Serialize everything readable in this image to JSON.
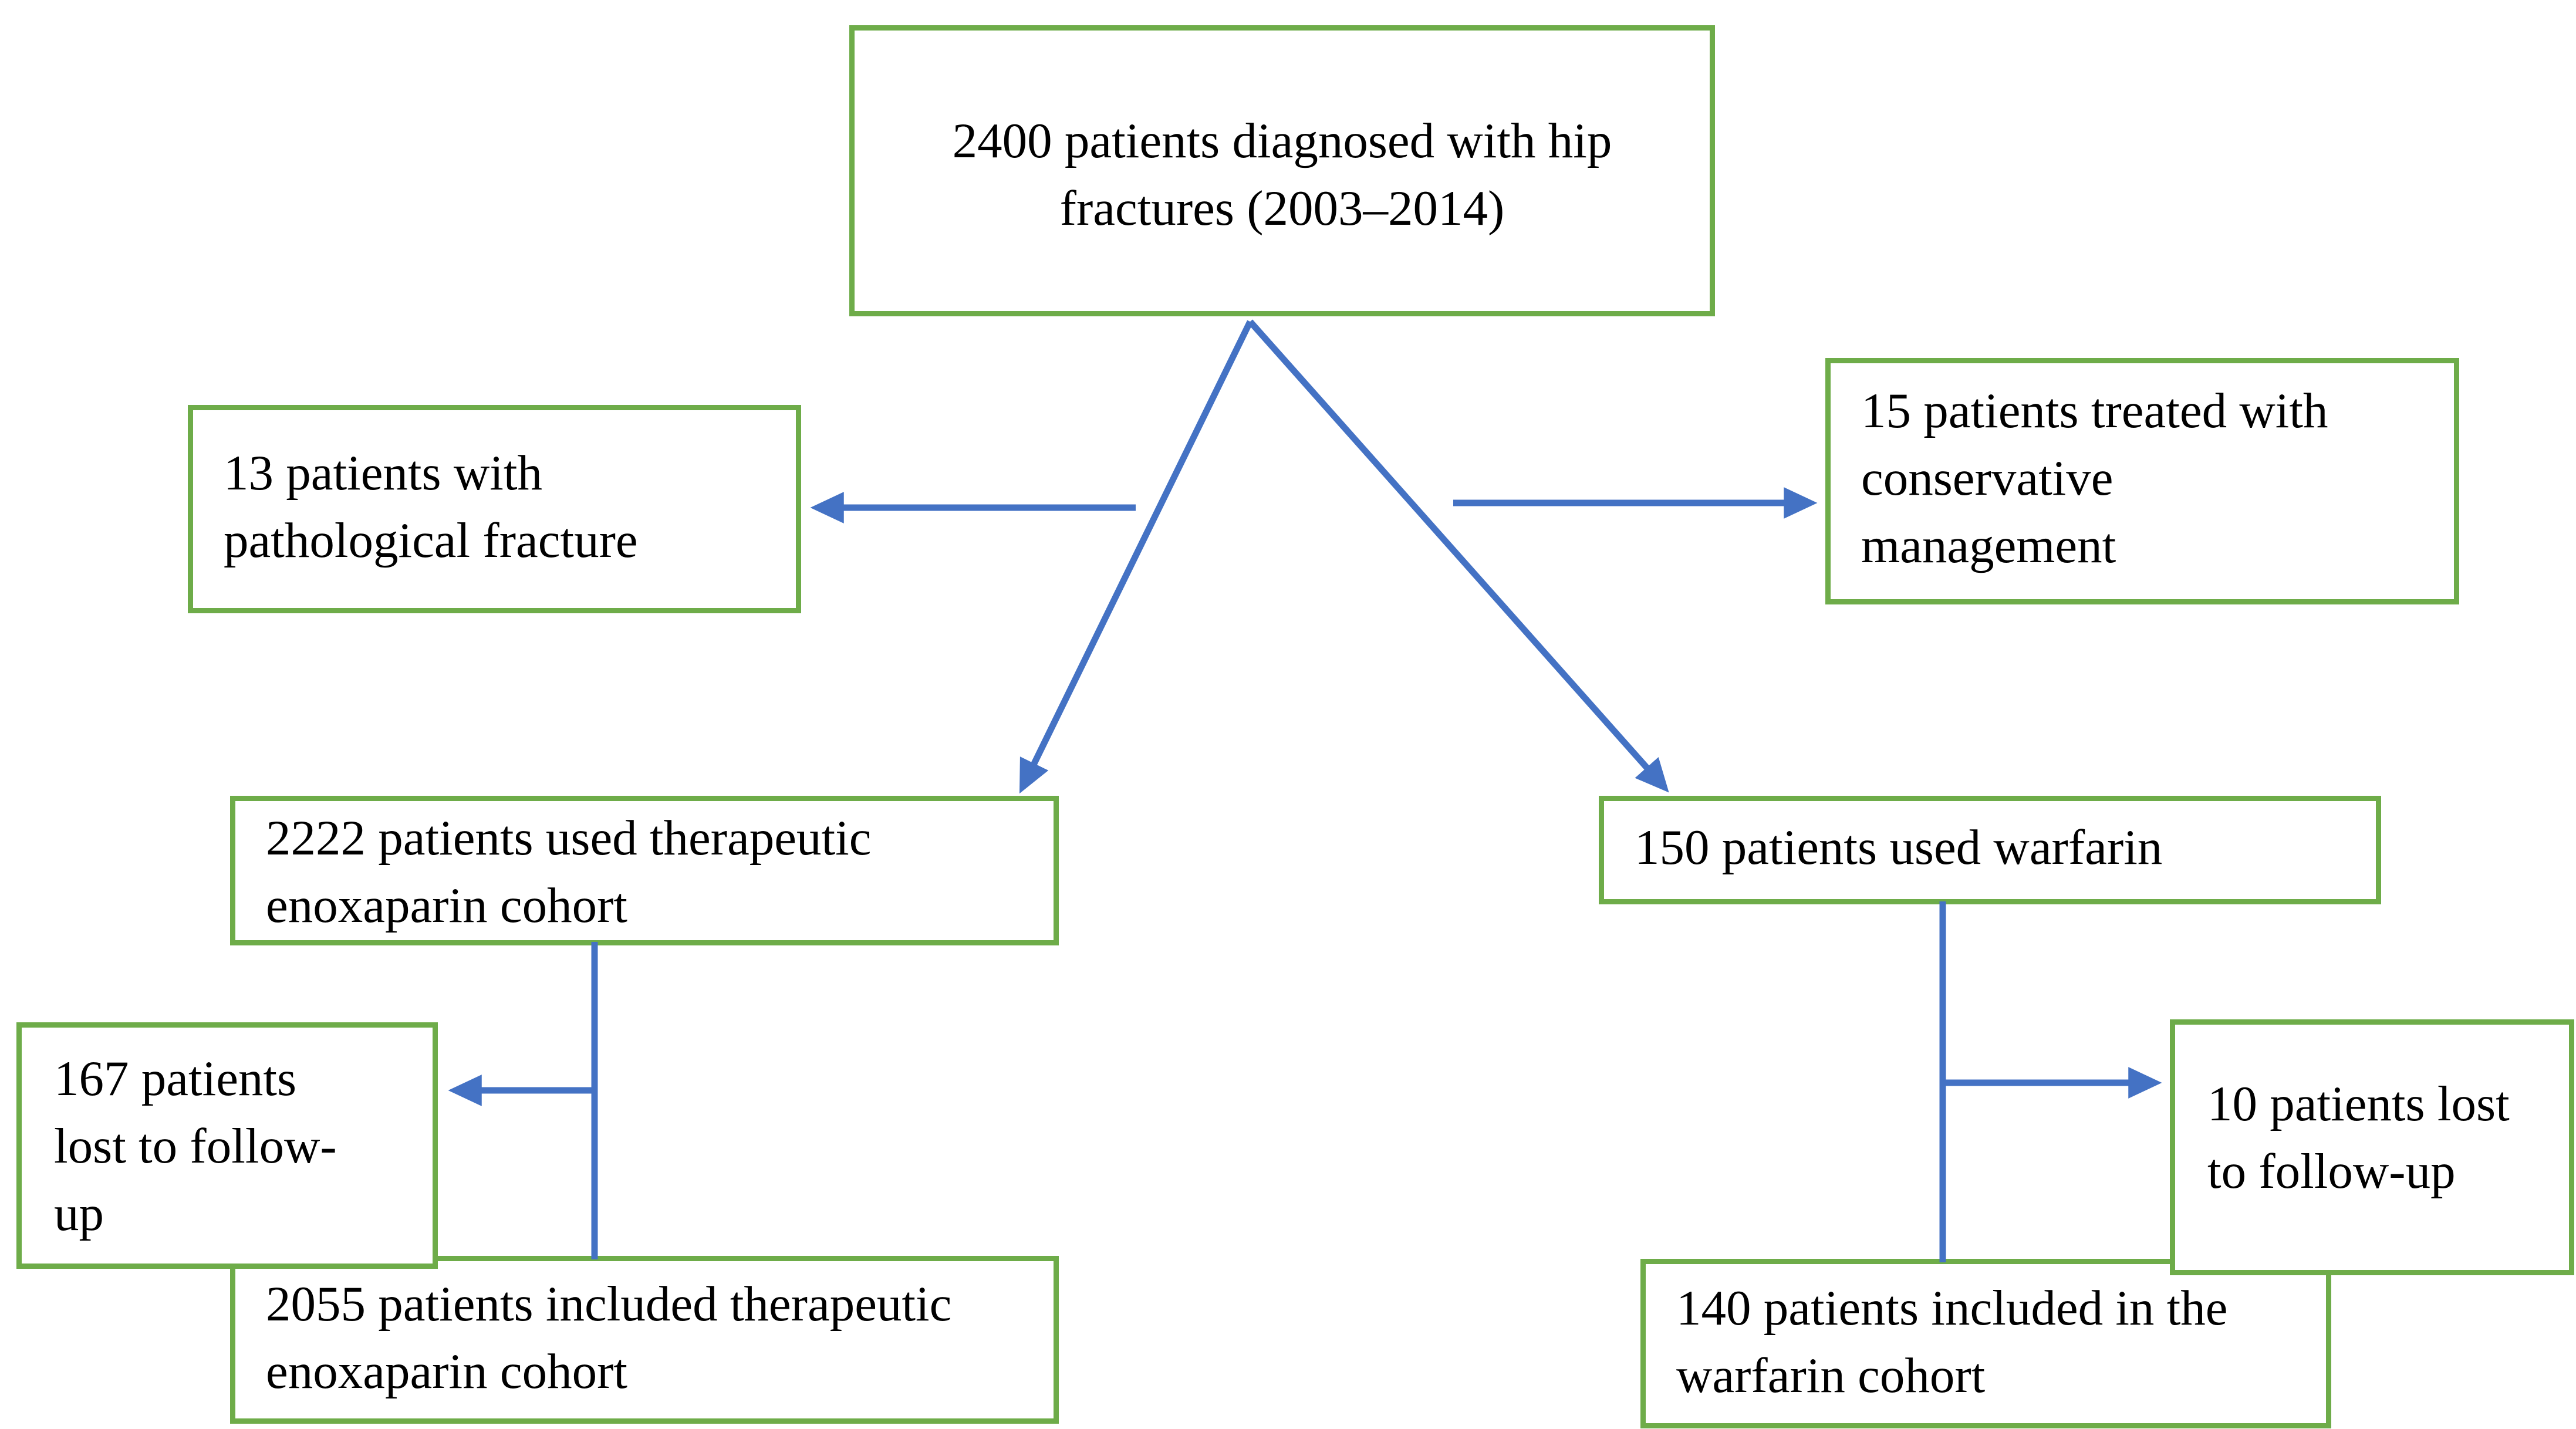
{
  "colors": {
    "box_border": "#6EAC49",
    "arrow": "#4472C4",
    "text": "#000000",
    "background": "#FFFFFF"
  },
  "boxes": {
    "total": {
      "text": "2400 patients diagnosed with hip fractures (2003–2014)",
      "lines": [
        "2400 patients diagnosed with hip",
        "fractures (2003–2014)"
      ]
    },
    "pathological": {
      "text": "13 patients with pathological fracture",
      "lines": [
        "13 patients with",
        "pathological fracture"
      ]
    },
    "conservative": {
      "text": "15 patients treated with conservative management",
      "lines": [
        "15 patients treated with",
        "conservative",
        "management"
      ]
    },
    "enoxaparin": {
      "text": "2222 patients used therapeutic enoxaparin cohort",
      "lines": [
        "2222 patients used therapeutic",
        "enoxaparin cohort"
      ]
    },
    "warfarin": {
      "text": "150 patients used warfarin",
      "lines": [
        "150 patients used warfarin"
      ]
    },
    "lost_enoxaparin": {
      "text": "167 patients lost to follow-up",
      "lines": [
        "167 patients",
        "lost to follow-",
        "up"
      ]
    },
    "enoxaparin_included": {
      "text": "2055 patients included therapeutic enoxaparin cohort",
      "lines": [
        "2055 patients included therapeutic",
        "enoxaparin cohort"
      ]
    },
    "lost_warfarin": {
      "text": "10 patients lost to follow-up",
      "lines": [
        "10 patients lost",
        "to follow-up"
      ]
    },
    "warfarin_included": {
      "text": "140 patients included in the warfarin cohort",
      "lines": [
        "140 patients included in the",
        "warfarin cohort"
      ]
    }
  }
}
